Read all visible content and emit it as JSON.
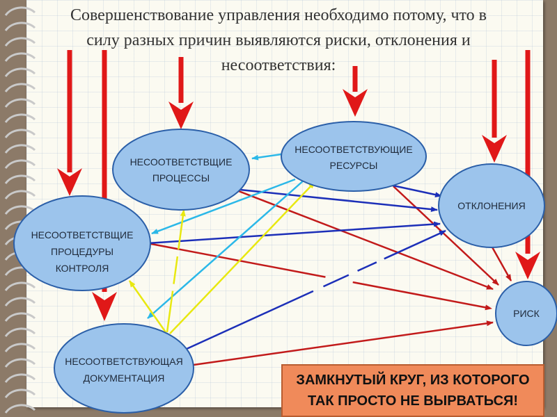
{
  "title": {
    "line1": "Совершенствование управления необходимо потому, что в",
    "line2": "силу разных причин выявляются риски, отклонения и",
    "line3": "несоответствия:"
  },
  "nodes": {
    "processes": {
      "line1": "НЕСООТВЕТСТВЩИЕ",
      "line2": "ПРОЦЕССЫ"
    },
    "resources": {
      "line1": "НЕСООТВЕТСТВУЮЩИЕ",
      "line2": "РЕСУРСЫ"
    },
    "deviations": {
      "line1": "ОТКЛОНЕНИЯ"
    },
    "procedures": {
      "line1": "НЕСООТВЕТСТВЩИЕ",
      "line2": "ПРОЦЕДУРЫ",
      "line3": "КОНТРОЛЯ"
    },
    "risk": {
      "line1": "РИСК"
    },
    "documentation": {
      "line1": "НЕСООТВЕТСТВУЮЩАЯ",
      "line2": "ДОКУМЕНТАЦИЯ"
    }
  },
  "banner": {
    "line1": "ЗАМКНУТЫЙ КРУГ, ИЗ КОТОРОГО",
    "line2": "ТАК ПРОСТО НЕ ВЫРВАТЬСЯ!"
  },
  "colors": {
    "node_fill": "#9cc4ec",
    "node_stroke": "#2b5fa8",
    "red_arrow": "#e01818",
    "dark_red_arrow": "#c21a1a",
    "blue_arrow": "#1c2fb8",
    "cyan_arrow": "#2bb8e8",
    "yellow_arrow": "#f2f21a",
    "banner_bg": "#f08a5a"
  }
}
